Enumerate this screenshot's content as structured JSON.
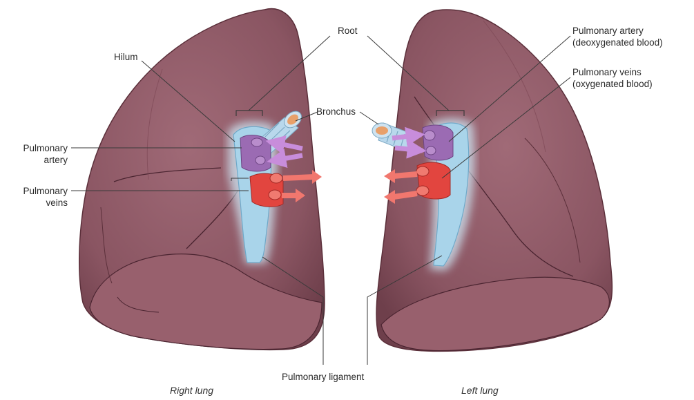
{
  "labels": {
    "root": "Root",
    "hilum": "Hilum",
    "bronchus": "Bronchus",
    "right_artery_line1": "Pulmonary",
    "right_artery_line2": "artery",
    "right_veins_line1": "Pulmonary",
    "right_veins_line2": "veins",
    "left_artery_line1": "Pulmonary artery",
    "left_artery_line2": "(deoxygenated blood)",
    "left_veins_line1": "Pulmonary veins",
    "left_veins_line2": "(oxygenated blood)",
    "ligament": "Pulmonary ligament"
  },
  "captions": {
    "right": "Right lung",
    "left": "Left lung"
  },
  "colors": {
    "lung_fill": "#8f5a66",
    "lung_shadow": "#6e3f4b",
    "lung_highlight": "#a87380",
    "fissure": "#4a2430",
    "pleura": "#a9d4ea",
    "pleura_glow": "#cfe9f6",
    "artery": "#9b6bb3",
    "vein": "#e2453f",
    "bronchus": "#b9d8ec",
    "bronchus_inner": "#e8a06a",
    "leader_line": "#3a3a3a"
  }
}
